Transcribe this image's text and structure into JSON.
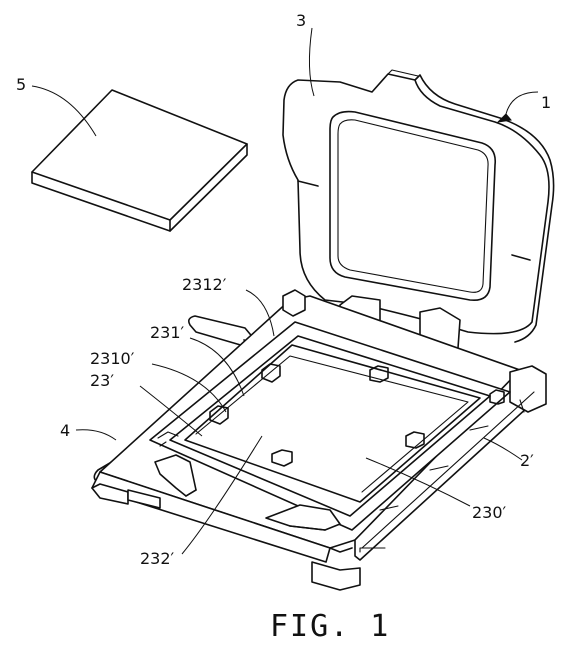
{
  "labels": {
    "ref_5": "5",
    "ref_3": "3",
    "ref_1": "1",
    "ref_2312": "2312′",
    "ref_231": "231′",
    "ref_2310": "2310′",
    "ref_23": "23′",
    "ref_4": "4",
    "ref_2": "2′",
    "ref_230": "230′",
    "ref_232": "232′"
  },
  "caption": "FIG. 1"
}
